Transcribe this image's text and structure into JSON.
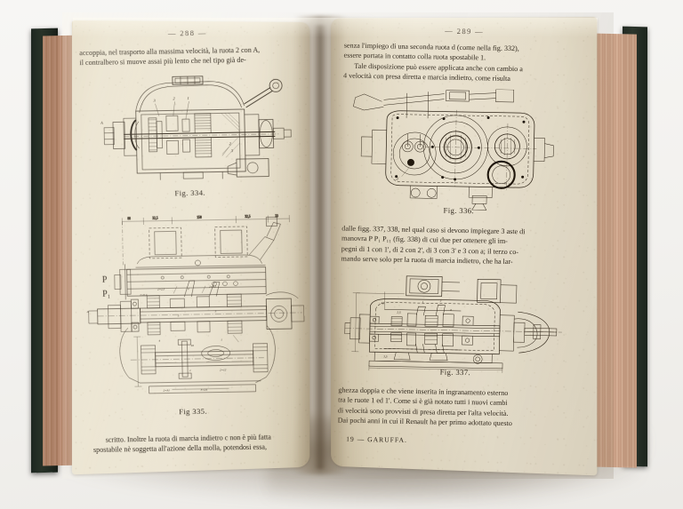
{
  "book": {
    "title_footer": "19 — GARUFFA.",
    "language": "Italian",
    "binding_color": "#232c24",
    "paper_color": "#ece5d3",
    "ink_color": "#241c12"
  },
  "left_page": {
    "page_number": "— 288 —",
    "top_paragraph": [
      "accoppia, nel trasporto alla massima velocità, la ruota 2 con A,",
      "il contralbero si muove assai più lento che nel tipo già de-"
    ],
    "figures": [
      {
        "caption": "Fig. 334.",
        "name": "gearbox-longitudinal-section"
      },
      {
        "caption": "Fig 335.",
        "name": "gearbox-detailed-section",
        "labels": [
          "P",
          "P₁"
        ]
      }
    ],
    "bottom_paragraph": [
      "scritto. Inoltre la ruota di marcia indietro c non è più fatta",
      "spostabile nè soggetta all'azione della molla, potendosi essa,"
    ]
  },
  "right_page": {
    "page_number": "— 289 —",
    "top_paragraph": [
      "senza l'impiego di una seconda ruota d (come nella fig. 332),",
      "essere portata in contatto colla ruota spostabile 1.",
      "Tale disposizione può essere applicata anche con cambio a",
      "4 velocità con presa diretta e marcia indietro, come risulta"
    ],
    "middle_paragraph": [
      "dalle figg. 337, 338, nel qual caso si devono impiegare 3 aste di",
      "manovra P P₁ P₁₁ (fig. 338) di cui due per ottenere gli im-",
      "pegni di 1 con 1', di 2 con 2', di 3 con 3' e 3 con a; il terzo co-",
      "mando serve solo per la ruota di marcia indietro, che ha lar-"
    ],
    "bottom_paragraph": [
      "ghezza doppia e che viene inserita in ingranamento esterno",
      "tra le ruote 1 ed 1'. Come si è già notato tutti i nuovi cambi",
      "di velocità sono provvisti di presa diretta per l'alta velocità.",
      "Dai pochi anni in cui il Renault ha per primo adottato questo"
    ],
    "footer": "19 — GARUFFA.",
    "figures": [
      {
        "caption": "Fig. 336.",
        "name": "gearbox-end-view"
      },
      {
        "caption": "Fig. 337.",
        "name": "gearbox-four-speed-section"
      }
    ]
  },
  "photo": {
    "surface": "white table",
    "view": "open book spread, two pages visible"
  }
}
